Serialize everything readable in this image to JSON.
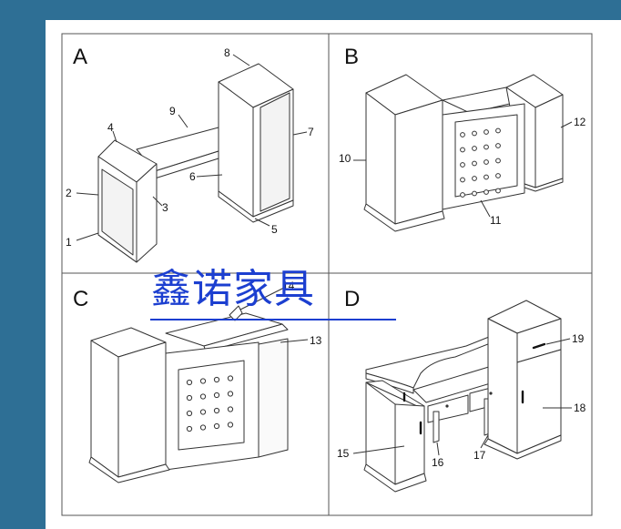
{
  "panels": {
    "a": {
      "letter": "A",
      "labels": [
        "1",
        "2",
        "3",
        "4",
        "5",
        "6",
        "7",
        "8",
        "9"
      ]
    },
    "b": {
      "letter": "B",
      "labels": [
        "10",
        "11",
        "12"
      ]
    },
    "c": {
      "letter": "C",
      "labels": [
        "13",
        "14"
      ]
    },
    "d": {
      "letter": "D",
      "labels": [
        "15",
        "16",
        "17",
        "18",
        "19"
      ]
    }
  },
  "watermark": {
    "text": "鑫诺家具"
  },
  "colors": {
    "frame": "#2e6f95",
    "line": "#333333",
    "watermark": "#1c3fd0"
  }
}
